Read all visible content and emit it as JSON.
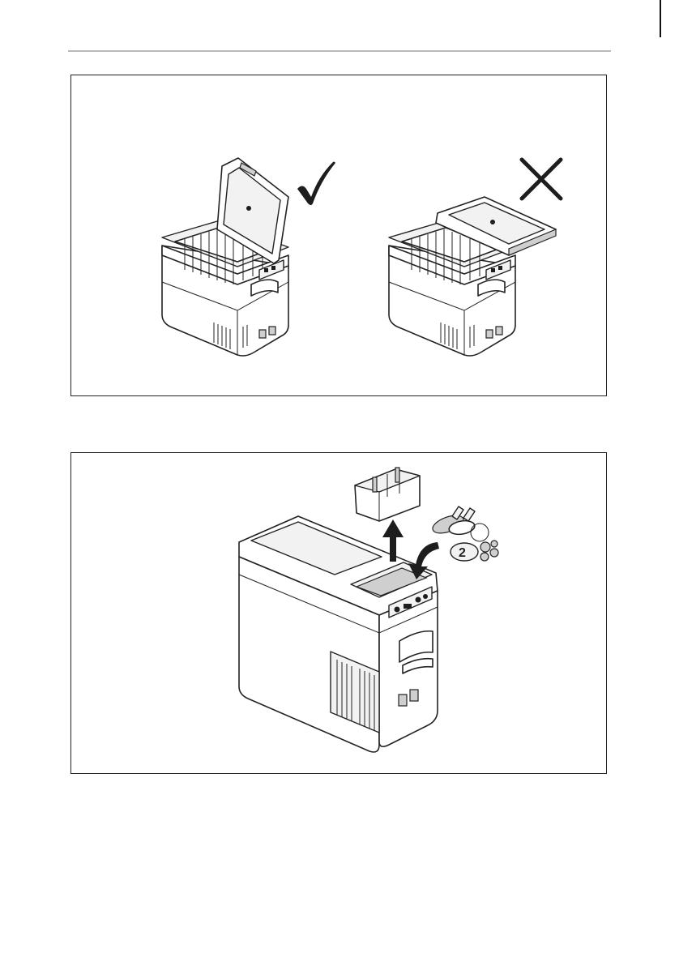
{
  "page": {
    "section_marker": "cut-line",
    "figures": [
      {
        "id": "lid-orientation",
        "panels": [
          {
            "state": "correct",
            "symbol": "checkmark-icon",
            "description_label": ""
          },
          {
            "state": "incorrect",
            "symbol": "cross-icon",
            "description_label": ""
          }
        ]
      },
      {
        "id": "storage-insert",
        "coin_label": "2",
        "symbols": [
          "lift-up-arrow-icon",
          "curved-insert-arrow-icon"
        ]
      }
    ]
  },
  "colors": {
    "line": "#222222",
    "frame": "#222222",
    "rule": "#b9b9b9",
    "background": "#ffffff"
  }
}
